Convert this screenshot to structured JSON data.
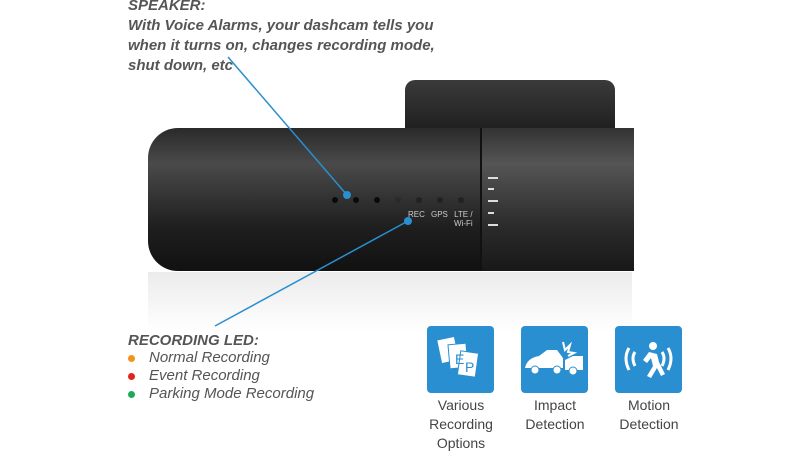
{
  "speaker": {
    "title": "SPEAKER:",
    "lines": [
      "With Voice Alarms, your dashcam tells you",
      "when it turns on, changes recording mode,",
      "shut down, etc"
    ]
  },
  "led_labels": {
    "rec": "REC",
    "gps": "GPS",
    "lte": "LTE /",
    "wifi": "Wi-Fi"
  },
  "recording_led": {
    "title": "RECORDING LED:",
    "items": [
      {
        "label": "Normal Recording",
        "color": "#f0941e"
      },
      {
        "label": "Event Recording",
        "color": "#e2231a"
      },
      {
        "label": "Parking Mode Recording",
        "color": "#1faa59"
      }
    ]
  },
  "features": [
    {
      "icon": "recording-options-icon",
      "lines": [
        "Various",
        "Recording",
        "Options"
      ]
    },
    {
      "icon": "impact-icon",
      "lines": [
        "Impact",
        "Detection"
      ]
    },
    {
      "icon": "motion-icon",
      "lines": [
        "Motion",
        "Detection"
      ]
    }
  ],
  "accent": "#2a8fd0"
}
